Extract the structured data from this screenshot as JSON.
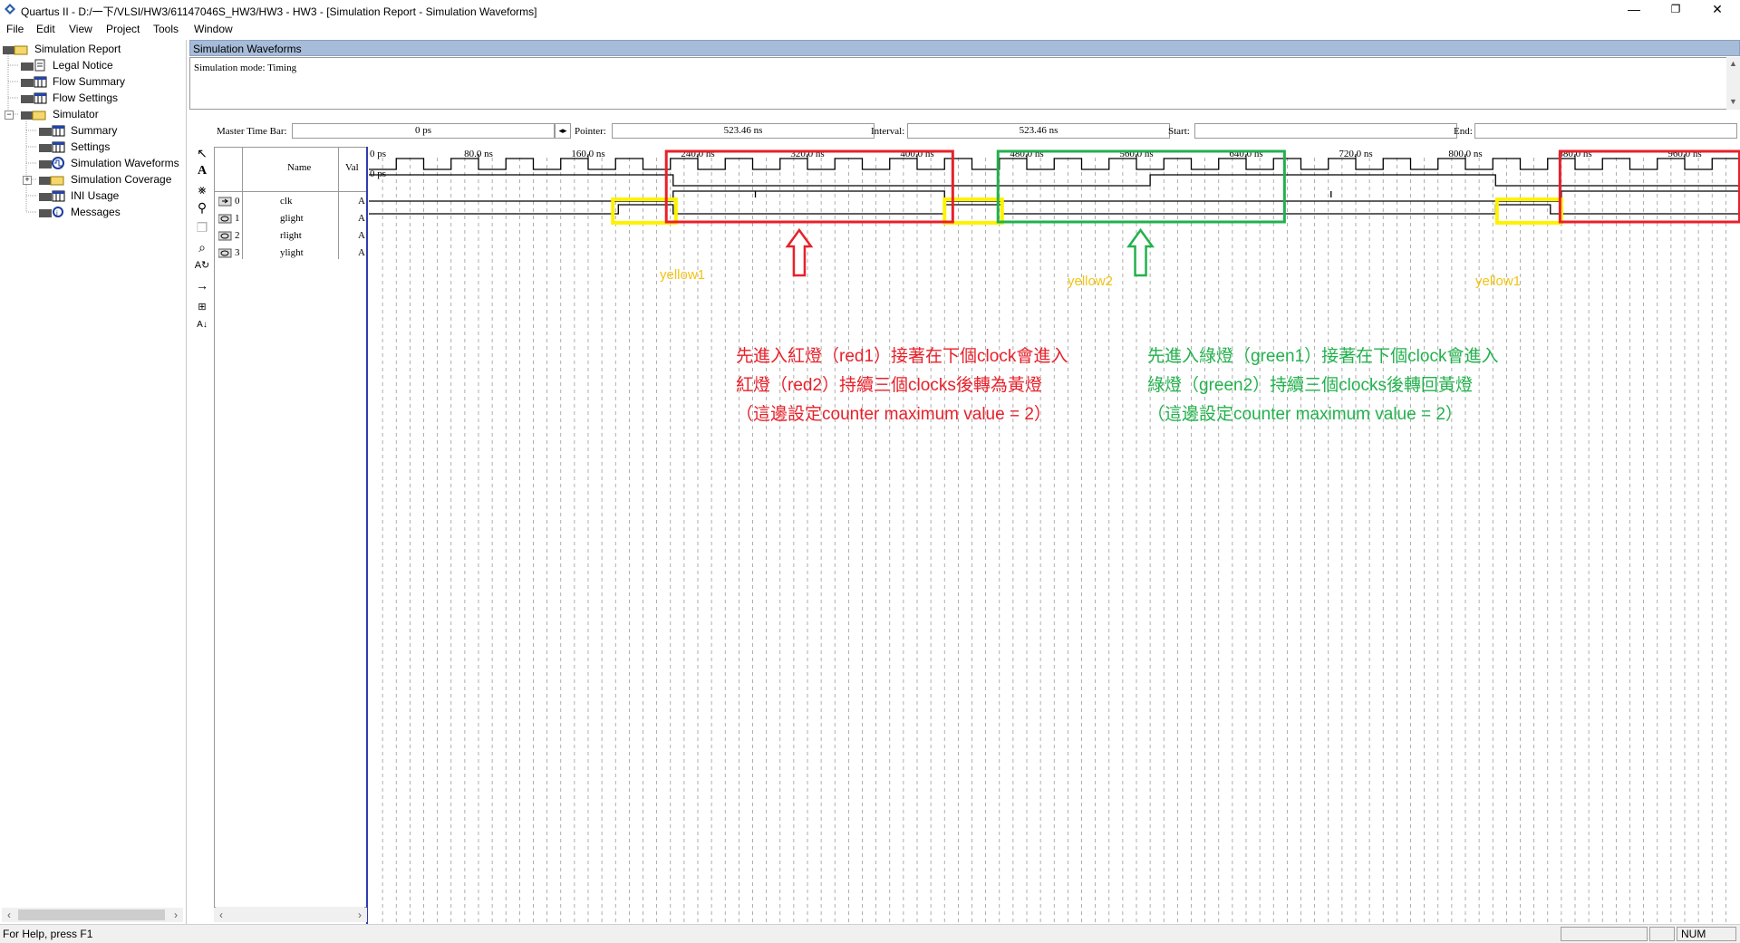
{
  "window": {
    "title": "Quartus II - D:/一下/VLSI/HW3/61147046S_HW3/HW3 - HW3 - [Simulation Report - Simulation Waveforms]"
  },
  "menu": [
    "File",
    "Edit",
    "View",
    "Project",
    "Tools",
    "Window"
  ],
  "window_controls": {
    "minimize": "—",
    "restore": "❐",
    "close": "✕"
  },
  "tree": [
    {
      "label": "Simulation Report",
      "icon": "report-folder-icon"
    },
    {
      "label": "Legal Notice",
      "icon": "document-icon"
    },
    {
      "label": "Flow Summary",
      "icon": "table-icon"
    },
    {
      "label": "Flow Settings",
      "icon": "table-icon"
    },
    {
      "label": "Simulator",
      "icon": "folder-icon"
    },
    {
      "label": "Summary",
      "icon": "table-icon"
    },
    {
      "label": "Settings",
      "icon": "table-icon"
    },
    {
      "label": "Simulation Waveforms",
      "icon": "waveform-icon"
    },
    {
      "label": "Simulation Coverage",
      "icon": "folder-icon"
    },
    {
      "label": "INI Usage",
      "icon": "table-icon"
    },
    {
      "label": "Messages",
      "icon": "messages-icon"
    }
  ],
  "panel": {
    "header": "Simulation Waveforms",
    "sim_mode": "Simulation mode: Timing"
  },
  "timebar": {
    "master_label": "Master Time Bar:",
    "master_value": "0 ps",
    "pointer_label": "Pointer:",
    "pointer_value": "523.46 ns",
    "interval_label": "Interval:",
    "interval_value": "523.46 ns",
    "start_label": "Start:",
    "start_value": "",
    "end_label": "End:",
    "end_value": ""
  },
  "columns": {
    "name": "Name",
    "value": "Val"
  },
  "signals": [
    {
      "index": "0",
      "name": "clk",
      "value": "A"
    },
    {
      "index": "1",
      "name": "glight",
      "value": "A"
    },
    {
      "index": "2",
      "name": "rlight",
      "value": "A"
    },
    {
      "index": "3",
      "name": "ylight",
      "value": "A"
    }
  ],
  "timeline": {
    "start_label": "0 ps",
    "cursor_label": "0 ps",
    "ticks": [
      "0 ps",
      "80.0 ns",
      "160.0 ns",
      "240.0 ns",
      "320.0 ns",
      "400.0 ns",
      "480.0 ns",
      "560.0 ns",
      "640.0 ns",
      "720.0 ns",
      "800.0 ns",
      "880.0 ns",
      "960.0 ns"
    ]
  },
  "annotations": {
    "yellow_labels": [
      "yellow1",
      "yellow2",
      "yellow1"
    ],
    "red_text": [
      "先進入紅燈（red1）接著在下個clock會進入",
      "紅燈（red2）持續三個clocks後轉為黃燈",
      "（這邊設定counter maximum value = 2）"
    ],
    "green_text": [
      "先進入綠燈（green1）接著在下個clock會進入",
      "綠燈（green2）持續三個clocks後轉回黃燈",
      "（這邊設定counter maximum value = 2）"
    ],
    "colors": {
      "red": "#e8202a",
      "green": "#22b14c",
      "yellow": "#fff200",
      "yellow_text": "#f2c314"
    }
  },
  "status": {
    "help": "For Help, press F1",
    "num": "NUM"
  }
}
